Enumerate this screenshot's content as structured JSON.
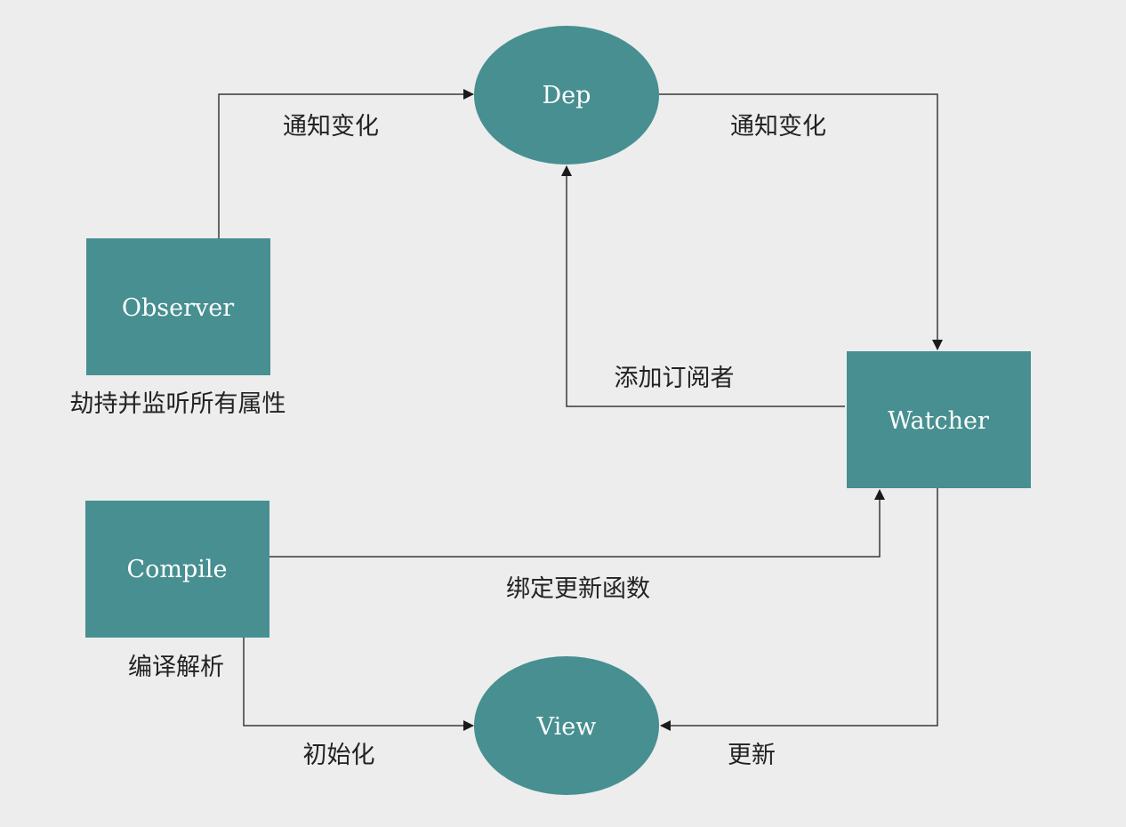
{
  "colors": {
    "background": "#ededed",
    "node_fill": "#478f91",
    "edge": "#3a3a3a",
    "node_text": "#ffffff",
    "label_text": "#222222"
  },
  "nodes": {
    "dep": "Dep",
    "observer": "Observer",
    "watcher": "Watcher",
    "compile": "Compile",
    "view": "View"
  },
  "captions": {
    "observer": "劫持并监听所有属性",
    "compile": "编译解析"
  },
  "edges": {
    "observer_to_dep": "通知变化",
    "dep_to_watcher": "通知变化",
    "watcher_to_dep": "添加订阅者",
    "compile_to_watcher": "绑定更新函数",
    "compile_to_view": "初始化",
    "watcher_to_view": "更新"
  }
}
